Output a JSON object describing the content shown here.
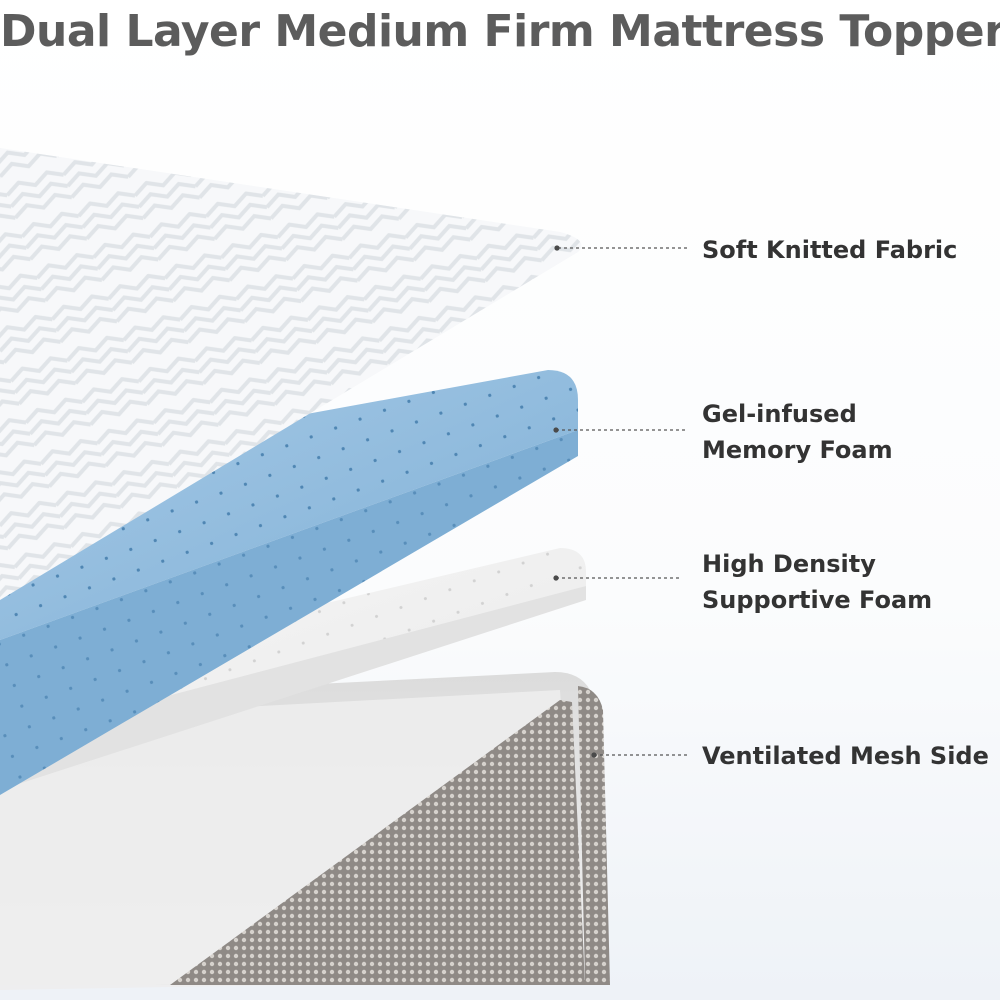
{
  "title": "Dual Layer Medium Firm Mattress Topper",
  "layers": {
    "fabric": {
      "lines": [
        "Soft Knitted Fabric"
      ]
    },
    "gel": {
      "lines": [
        "Gel-infused",
        "Memory Foam"
      ]
    },
    "support": {
      "lines": [
        "High Density",
        "Supportive Foam"
      ]
    },
    "mesh": {
      "lines": [
        "Ventilated Mesh Side"
      ]
    }
  },
  "colors": {
    "title": "#5c5c5c",
    "label": "#333333",
    "gel_foam": "#8ab6d8",
    "gel_edge": "#5d97c7",
    "support_foam": "#f3f3f3",
    "mesh": "#8f8a86"
  }
}
